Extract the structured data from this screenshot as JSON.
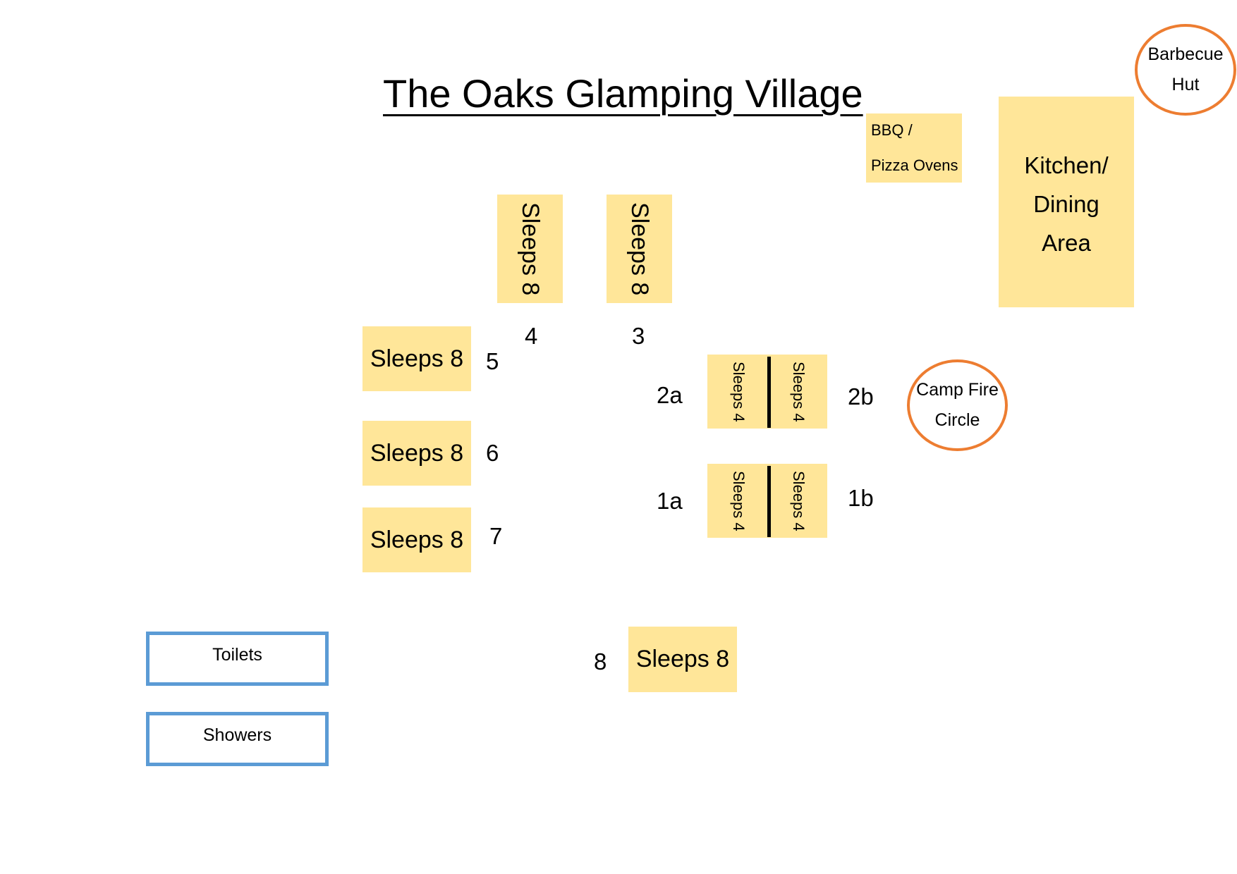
{
  "title": "The Oaks Glamping Village",
  "colors": {
    "accommodation_fill": "#ffe699",
    "circle_outline": "#ed7d31",
    "facility_outline": "#5b9bd5"
  },
  "tents": {
    "t4": {
      "label": "Sleeps 8",
      "number": "4"
    },
    "t3": {
      "label": "Sleeps 8",
      "number": "3"
    },
    "t5": {
      "label": "Sleeps 8",
      "number": "5"
    },
    "t6": {
      "label": "Sleeps 8",
      "number": "6"
    },
    "t7": {
      "label": "Sleeps 8",
      "number": "7"
    },
    "t8": {
      "label": "Sleeps 8",
      "number": "8"
    },
    "t2a": {
      "label": "Sleeps 4",
      "number": "2a"
    },
    "t2b": {
      "label": "Sleeps 4",
      "number": "2b"
    },
    "t1a": {
      "label": "Sleeps 4",
      "number": "1a"
    },
    "t1b": {
      "label": "Sleeps 4",
      "number": "1b"
    }
  },
  "bbq": {
    "line1": "BBQ /",
    "line2": "Pizza Ovens"
  },
  "kitchen": {
    "line1": "Kitchen/",
    "line2": "Dining",
    "line3": "Area"
  },
  "barbecue_hut": {
    "line1": "Barbecue",
    "line2": "Hut"
  },
  "camp_fire": {
    "line1": "Camp Fire",
    "line2": "Circle"
  },
  "toilets": "Toilets",
  "showers": "Showers"
}
